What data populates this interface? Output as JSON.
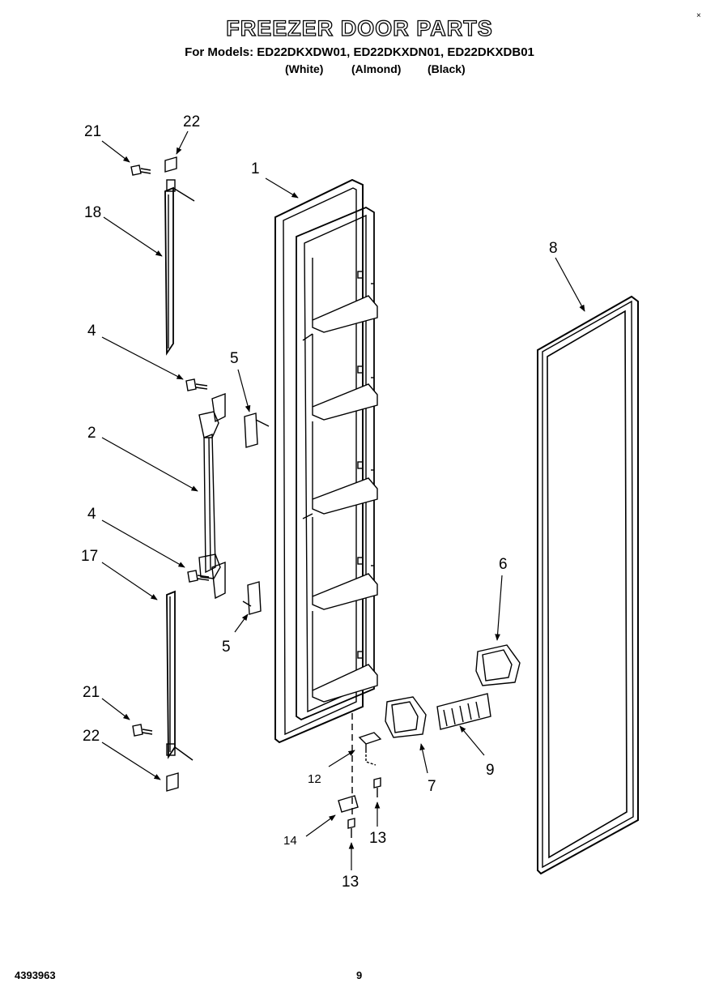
{
  "header": {
    "title": "FREEZER DOOR PARTS",
    "models_line": "For Models: ED22DKXDW01, ED22DKXDN01, ED22DKXDB01",
    "color_white": "(White)",
    "color_almond": "(Almond)",
    "color_black": "(Black)"
  },
  "corner_mark": "×",
  "callouts": {
    "c1": "1",
    "c2": "2",
    "c4a": "4",
    "c4b": "4",
    "c5a": "5",
    "c5b": "5",
    "c6": "6",
    "c7": "7",
    "c8": "8",
    "c9": "9",
    "c12": "12",
    "c13a": "13",
    "c13b": "13",
    "c14": "14",
    "c17": "17",
    "c18": "18",
    "c21a": "21",
    "c21b": "21",
    "c22a": "22",
    "c22b": "22"
  },
  "footer": {
    "doc_number": "4393963",
    "page_number": "9"
  }
}
